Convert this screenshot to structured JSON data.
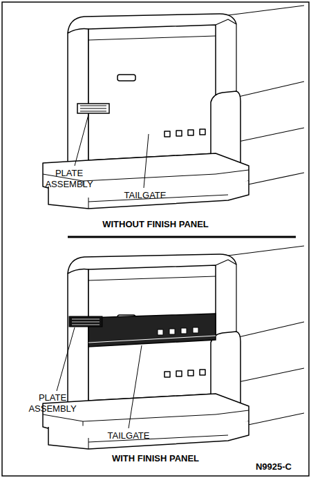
{
  "diagram": {
    "labels": [
      "PLATE ASSEMBLY",
      "TAILGATE",
      "WITHOUT FINISH PANEL",
      "PLATE ASSEMBLY",
      "TAILGATE",
      "WITH FINISH PANEL",
      "N9925-C"
    ]
  }
}
